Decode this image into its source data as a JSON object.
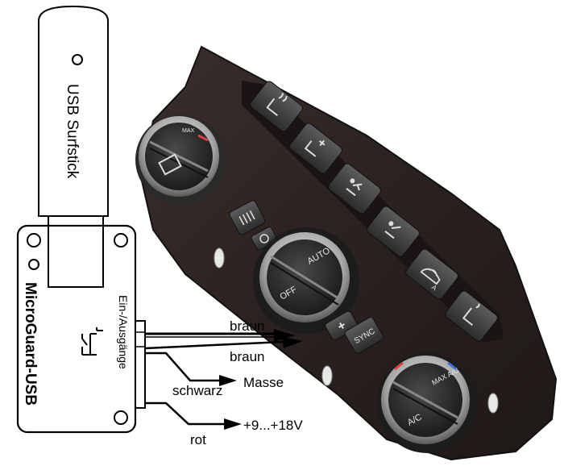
{
  "stick": {
    "label": "USB Surfstick"
  },
  "device": {
    "name": "MicroGuard-USB",
    "io_label": "Ein-/Ausgänge"
  },
  "wires": {
    "braun_1": "braun",
    "braun_2": "braun",
    "schwarz": "schwarz",
    "masse": "Masse",
    "rot": "rot",
    "voltage": "+9...+18V"
  },
  "panel": {
    "knob_left_label": "MAX",
    "auto_label": "AUTO",
    "off_label": "OFF",
    "sync_label": "SYNC",
    "knob_right_max": "MAX A/C",
    "knob_right_ac": "A/C",
    "button_a_label": "A"
  }
}
